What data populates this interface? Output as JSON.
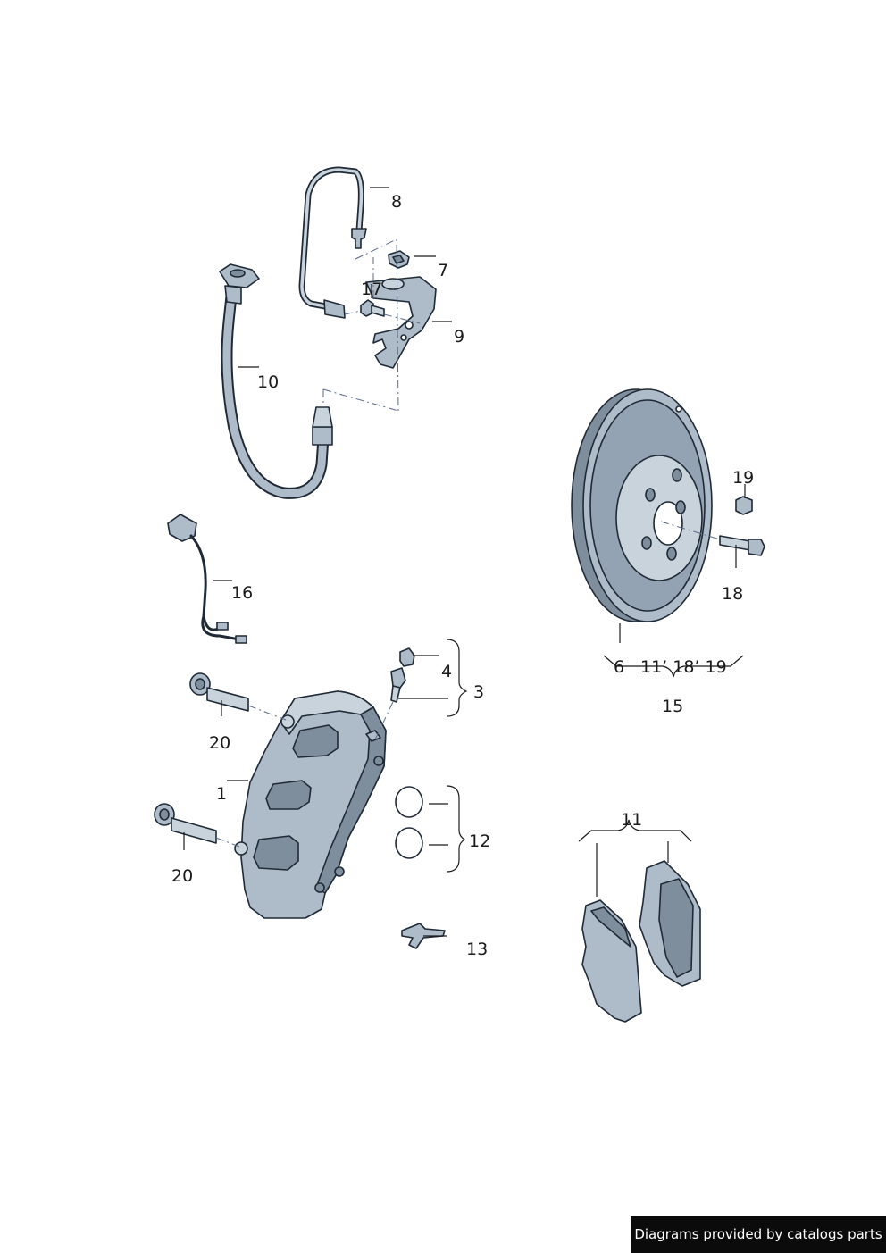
{
  "callouts": {
    "c1": "1",
    "c3": "3",
    "c4": "4",
    "c6": "6",
    "c7": "7",
    "c8": "8",
    "c9": "9",
    "c10": "10",
    "c11": "11",
    "c12": "12",
    "c13": "13",
    "c15": "15",
    "c15_group": "11’ 18’ 19",
    "c16": "16",
    "c17": "17",
    "c18": "18",
    "c19": "19",
    "c20_top": "20",
    "c20_bottom": "20"
  },
  "colors": {
    "part_fill": "#aebbc8",
    "part_outline": "#1f2a36",
    "label_text": "#1a1a1a",
    "footer_background": "#0b0b0b",
    "footer_text": "#ffffff"
  },
  "footer": {
    "credit": "Diagrams provided by catalogs parts"
  }
}
